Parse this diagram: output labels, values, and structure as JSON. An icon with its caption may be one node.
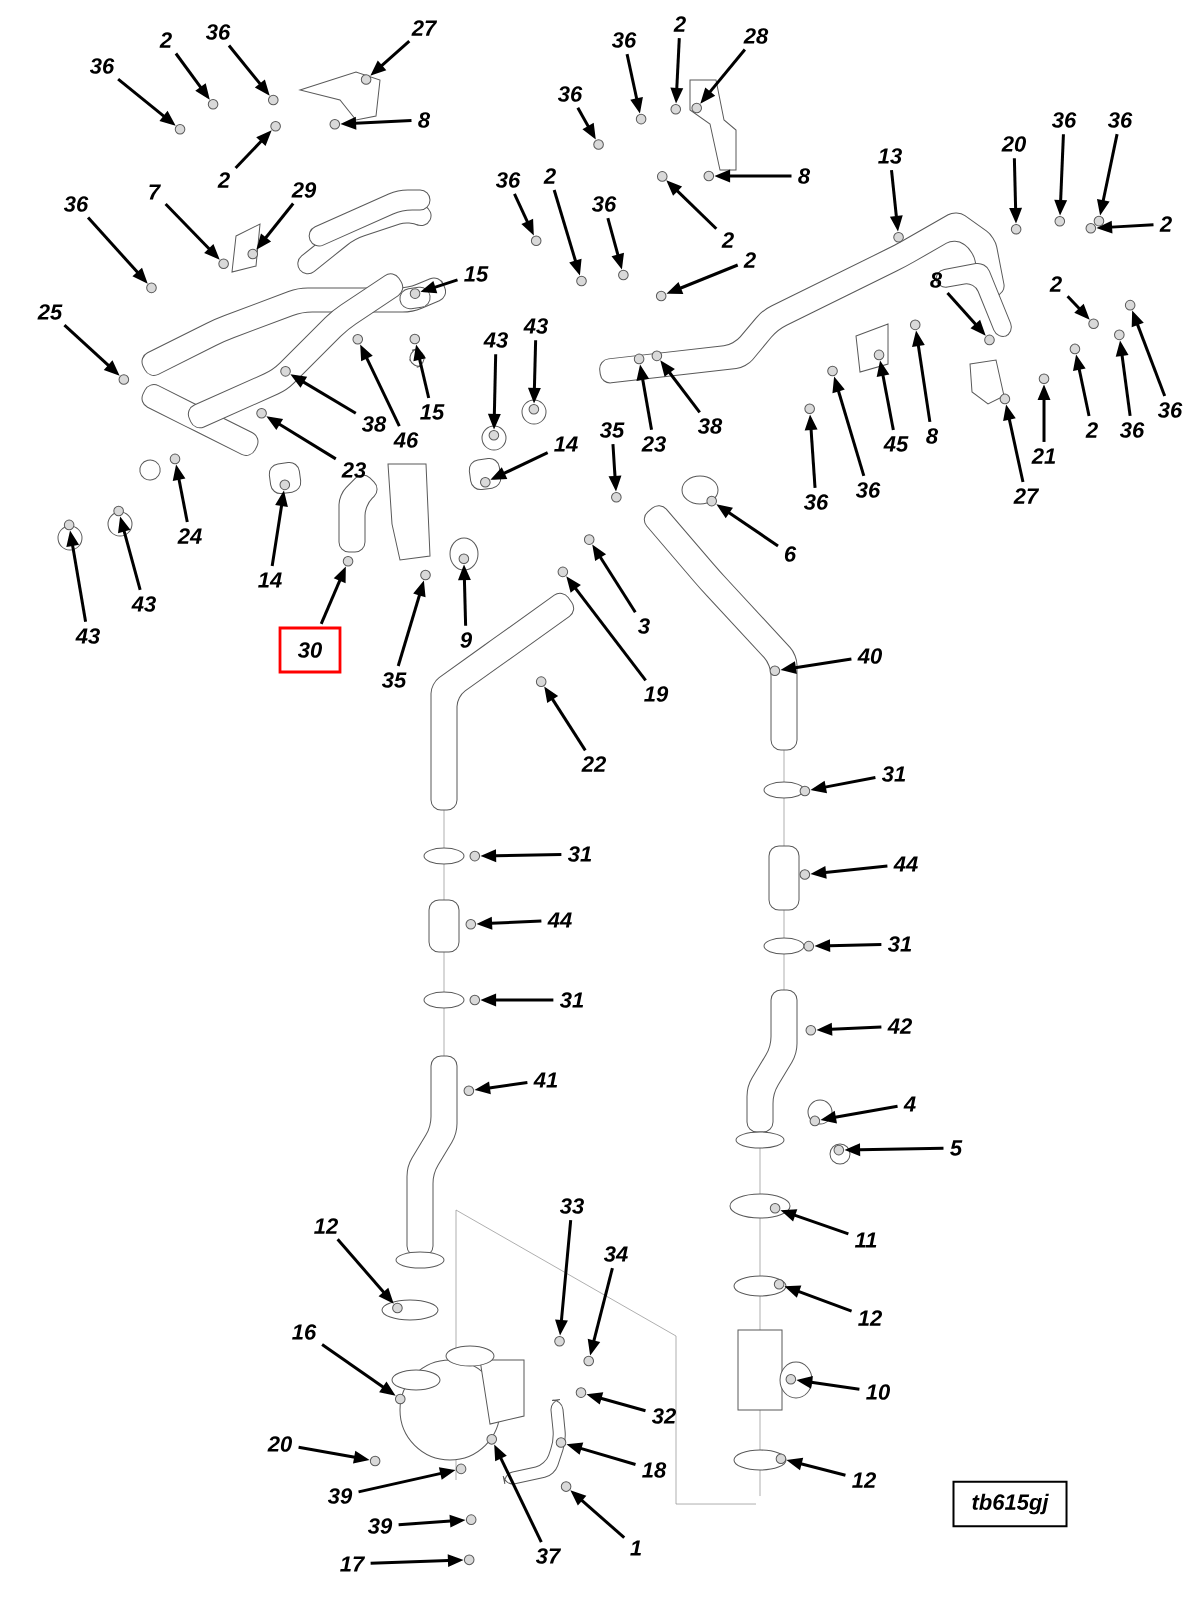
{
  "diagram": {
    "nodes": [
      {
        "text": [
          "36"
        ]
      },
      {
        "text": [
          "2"
        ]
      },
      {
        "text": [
          "36"
        ]
      },
      {
        "text": [
          "27"
        ]
      },
      {
        "text": [
          "8"
        ]
      },
      {
        "text": [
          "2"
        ]
      },
      {
        "text": [
          "36"
        ]
      },
      {
        "text": [
          "2"
        ]
      },
      {
        "text": [
          "28"
        ]
      },
      {
        "text": [
          "36"
        ]
      },
      {
        "text": [
          "8"
        ]
      },
      {
        "text": [
          "2"
        ]
      },
      {
        "text": [
          "36"
        ]
      },
      {
        "text": [
          "7"
        ]
      },
      {
        "text": [
          "29"
        ]
      },
      {
        "text": [
          "36"
        ]
      },
      {
        "text": [
          "2"
        ]
      },
      {
        "text": [
          "36"
        ]
      },
      {
        "text": [
          "2"
        ]
      },
      {
        "text": [
          "13"
        ]
      },
      {
        "text": [
          "20"
        ]
      },
      {
        "text": [
          "36"
        ]
      },
      {
        "text": [
          "36"
        ]
      },
      {
        "text": [
          "2"
        ]
      },
      {
        "text": [
          "25"
        ]
      },
      {
        "text": [
          "15"
        ]
      },
      {
        "text": [
          "8"
        ]
      },
      {
        "text": [
          "2"
        ]
      },
      {
        "text": [
          "43"
        ]
      },
      {
        "text": [
          "43"
        ]
      },
      {
        "text": [
          "15"
        ]
      },
      {
        "text": [
          "46"
        ]
      },
      {
        "text": [
          "38"
        ]
      },
      {
        "text": [
          "23"
        ]
      },
      {
        "text": [
          "23"
        ]
      },
      {
        "text": [
          "38"
        ]
      },
      {
        "text": [
          "35"
        ]
      },
      {
        "text": [
          "36"
        ]
      },
      {
        "text": [
          "36"
        ]
      },
      {
        "text": [
          "2"
        ]
      },
      {
        "text": [
          "21"
        ]
      },
      {
        "text": [
          "27"
        ]
      },
      {
        "text": [
          "45"
        ]
      },
      {
        "text": [
          "8"
        ]
      },
      {
        "text": [
          "36"
        ]
      },
      {
        "text": [
          "36"
        ]
      },
      {
        "text": [
          "14"
        ]
      },
      {
        "text": [
          "24"
        ]
      },
      {
        "text": [
          "14"
        ]
      },
      {
        "text": [
          "43"
        ]
      },
      {
        "text": [
          "43"
        ]
      },
      {
        "text": [
          "6"
        ]
      },
      {
        "text": [
          "30"
        ]
      },
      {
        "text": [
          "35"
        ]
      },
      {
        "text": [
          "9"
        ]
      },
      {
        "text": [
          "3"
        ]
      },
      {
        "text": [
          "19"
        ]
      },
      {
        "text": [
          "40"
        ]
      },
      {
        "text": [
          "22"
        ]
      },
      {
        "text": [
          "31"
        ]
      },
      {
        "text": [
          "31"
        ]
      },
      {
        "text": [
          "44"
        ]
      },
      {
        "text": [
          "44"
        ]
      },
      {
        "text": [
          "31"
        ]
      },
      {
        "text": [
          "31"
        ]
      },
      {
        "text": [
          "42"
        ]
      },
      {
        "text": [
          "41"
        ]
      },
      {
        "text": [
          "4"
        ]
      },
      {
        "text": [
          "5"
        ]
      },
      {
        "text": [
          "12"
        ]
      },
      {
        "text": [
          "33"
        ]
      },
      {
        "text": [
          "11"
        ]
      },
      {
        "text": [
          "34"
        ]
      },
      {
        "text": [
          "12"
        ]
      },
      {
        "text": [
          "16"
        ]
      },
      {
        "text": [
          "10"
        ]
      },
      {
        "text": [
          "32"
        ]
      },
      {
        "text": [
          "20"
        ]
      },
      {
        "text": [
          "18"
        ]
      },
      {
        "text": [
          "12"
        ]
      },
      {
        "text": [
          "39"
        ]
      },
      {
        "text": [
          "39"
        ]
      },
      {
        "text": [
          "37"
        ]
      },
      {
        "text": [
          "1"
        ]
      },
      {
        "text": [
          "17"
        ]
      },
      {
        "text": [],
        "shape": "circle"
      },
      {
        "text": [],
        "shape": "circle"
      },
      {
        "text": [],
        "shape": "circle"
      },
      {
        "text": [],
        "shape": "circle"
      },
      {
        "text": [],
        "shape": "circle"
      },
      {
        "text": [],
        "shape": "circle"
      },
      {
        "text": [],
        "shape": "circle"
      },
      {
        "text": [],
        "shape": "circle"
      },
      {
        "text": [],
        "shape": "circle"
      },
      {
        "text": [],
        "shape": "circle"
      },
      {
        "text": [],
        "shape": "circle"
      },
      {
        "text": [],
        "shape": "circle"
      },
      {
        "text": [],
        "shape": "circle"
      },
      {
        "text": [],
        "shape": "circle"
      },
      {
        "text": [],
        "shape": "circle"
      },
      {
        "text": [],
        "shape": "circle"
      },
      {
        "text": [],
        "shape": "circle"
      },
      {
        "text": [],
        "shape": "circle"
      },
      {
        "text": [],
        "shape": "circle"
      },
      {
        "text": [],
        "shape": "circle"
      },
      {
        "text": [],
        "shape": "circle"
      },
      {
        "text": [],
        "shape": "circle"
      },
      {
        "text": [],
        "shape": "circle"
      },
      {
        "text": [],
        "shape": "circle"
      },
      {
        "text": [],
        "shape": "circle"
      },
      {
        "text": [],
        "shape": "circle"
      },
      {
        "text": [],
        "shape": "circle"
      },
      {
        "text": [],
        "shape": "circle"
      },
      {
        "text": [],
        "shape": "circle"
      },
      {
        "text": [],
        "shape": "circle"
      },
      {
        "text": [],
        "shape": "circle"
      },
      {
        "text": [],
        "shape": "circle"
      },
      {
        "text": [],
        "shape": "circle"
      },
      {
        "text": [],
        "shape": "circle"
      },
      {
        "text": [],
        "shape": "circle"
      },
      {
        "text": [],
        "shape": "circle"
      },
      {
        "text": [],
        "shape": "circle"
      },
      {
        "text": [],
        "shape": "circle"
      },
      {
        "text": [],
        "shape": "circle"
      },
      {
        "text": [],
        "shape": "circle"
      },
      {
        "text": [],
        "shape": "circle"
      },
      {
        "text": [],
        "shape": "circle"
      },
      {
        "text": [],
        "shape": "circle"
      },
      {
        "text": [],
        "shape": "circle"
      },
      {
        "text": [],
        "shape": "circle"
      },
      {
        "text": [],
        "shape": "circle"
      },
      {
        "text": [],
        "shape": "circle"
      },
      {
        "text": [],
        "shape": "circle"
      },
      {
        "text": [],
        "shape": "circle"
      },
      {
        "text": [],
        "shape": "circle"
      },
      {
        "text": [],
        "shape": "circle"
      },
      {
        "text": [],
        "shape": "circle"
      },
      {
        "text": [],
        "shape": "circle"
      },
      {
        "text": [],
        "shape": "circle"
      },
      {
        "text": [],
        "shape": "circle"
      },
      {
        "text": [],
        "shape": "circle"
      },
      {
        "text": [],
        "shape": "circle"
      },
      {
        "text": [],
        "shape": "circle"
      },
      {
        "text": [],
        "shape": "circle"
      },
      {
        "text": [],
        "shape": "circle"
      },
      {
        "text": [],
        "shape": "circle"
      },
      {
        "text": [],
        "shape": "circle"
      },
      {
        "text": [],
        "shape": "circle"
      },
      {
        "text": [],
        "shape": "circle"
      },
      {
        "text": [],
        "shape": "circle"
      },
      {
        "text": [],
        "shape": "circle"
      },
      {
        "text": [],
        "shape": "circle"
      },
      {
        "text": [],
        "shape": "circle"
      },
      {
        "text": [],
        "shape": "circle"
      },
      {
        "text": [],
        "shape": "circle"
      },
      {
        "text": [],
        "shape": "circle"
      },
      {
        "text": [],
        "shape": "circle"
      },
      {
        "text": [],
        "shape": "circle"
      },
      {
        "text": [],
        "shape": "circle"
      },
      {
        "text": [],
        "shape": "circle"
      },
      {
        "text": [],
        "shape": "circle"
      },
      {
        "text": [],
        "shape": "circle"
      },
      {
        "text": [],
        "shape": "circle"
      },
      {
        "text": [],
        "shape": "circle"
      },
      {
        "text": [],
        "shape": "circle"
      },
      {
        "text": [],
        "shape": "circle"
      },
      {
        "text": [],
        "shape": "circle"
      },
      {
        "text": [],
        "shape": "circle"
      },
      {
        "text": [],
        "shape": "circle"
      },
      {
        "text": [],
        "shape": "circle"
      }
    ],
    "edges": [
      {
        "from": 0,
        "to": 85,
        "arrow": "to"
      },
      {
        "from": 1,
        "to": 86,
        "arrow": "to"
      },
      {
        "from": 2,
        "to": 87,
        "arrow": "to"
      },
      {
        "from": 3,
        "to": 88,
        "arrow": "to"
      },
      {
        "from": 4,
        "to": 89,
        "arrow": "to"
      },
      {
        "from": 5,
        "to": 90,
        "arrow": "to"
      },
      {
        "from": 6,
        "to": 91,
        "arrow": "to"
      },
      {
        "from": 7,
        "to": 92,
        "arrow": "to"
      },
      {
        "from": 8,
        "to": 93,
        "arrow": "to"
      },
      {
        "from": 9,
        "to": 94,
        "arrow": "to"
      },
      {
        "from": 10,
        "to": 95,
        "arrow": "to"
      },
      {
        "from": 11,
        "to": 96,
        "arrow": "to"
      },
      {
        "from": 12,
        "to": 97,
        "arrow": "to"
      },
      {
        "from": 13,
        "to": 98,
        "arrow": "to"
      },
      {
        "from": 14,
        "to": 99,
        "arrow": "to"
      },
      {
        "from": 15,
        "to": 100,
        "arrow": "to"
      },
      {
        "from": 16,
        "to": 101,
        "arrow": "to"
      },
      {
        "from": 17,
        "to": 102,
        "arrow": "to"
      },
      {
        "from": 18,
        "to": 103,
        "arrow": "to"
      },
      {
        "from": 19,
        "to": 104,
        "arrow": "to"
      },
      {
        "from": 20,
        "to": 105,
        "arrow": "to"
      },
      {
        "from": 21,
        "to": 106,
        "arrow": "to"
      },
      {
        "from": 22,
        "to": 107,
        "arrow": "to"
      },
      {
        "from": 23,
        "to": 108,
        "arrow": "to"
      },
      {
        "from": 24,
        "to": 109,
        "arrow": "to"
      },
      {
        "from": 25,
        "to": 110,
        "arrow": "to"
      },
      {
        "from": 26,
        "to": 111,
        "arrow": "to"
      },
      {
        "from": 27,
        "to": 112,
        "arrow": "to"
      },
      {
        "from": 28,
        "to": 113,
        "arrow": "to"
      },
      {
        "from": 29,
        "to": 114,
        "arrow": "to"
      },
      {
        "from": 30,
        "to": 115,
        "arrow": "to"
      },
      {
        "from": 31,
        "to": 116,
        "arrow": "to"
      },
      {
        "from": 32,
        "to": 117,
        "arrow": "to"
      },
      {
        "from": 33,
        "to": 118,
        "arrow": "to"
      },
      {
        "from": 34,
        "to": 119,
        "arrow": "to"
      },
      {
        "from": 35,
        "to": 120,
        "arrow": "to"
      },
      {
        "from": 36,
        "to": 121,
        "arrow": "to"
      },
      {
        "from": 37,
        "to": 122,
        "arrow": "to"
      },
      {
        "from": 38,
        "to": 123,
        "arrow": "to"
      },
      {
        "from": 39,
        "to": 124,
        "arrow": "to"
      },
      {
        "from": 40,
        "to": 125,
        "arrow": "to"
      },
      {
        "from": 41,
        "to": 126,
        "arrow": "to"
      },
      {
        "from": 42,
        "to": 127,
        "arrow": "to"
      },
      {
        "from": 43,
        "to": 128,
        "arrow": "to"
      },
      {
        "from": 44,
        "to": 129,
        "arrow": "to"
      },
      {
        "from": 45,
        "to": 130,
        "arrow": "to"
      },
      {
        "from": 46,
        "to": 131,
        "arrow": "to"
      },
      {
        "from": 47,
        "to": 132,
        "arrow": "to"
      },
      {
        "from": 48,
        "to": 133,
        "arrow": "to"
      },
      {
        "from": 49,
        "to": 134,
        "arrow": "to"
      },
      {
        "from": 50,
        "to": 135,
        "arrow": "to"
      },
      {
        "from": 51,
        "to": 136,
        "arrow": "to"
      },
      {
        "from": 52,
        "to": 137,
        "arrow": "to"
      },
      {
        "from": 53,
        "to": 138,
        "arrow": "to"
      },
      {
        "from": 54,
        "to": 139,
        "arrow": "to"
      },
      {
        "from": 55,
        "to": 140,
        "arrow": "to"
      },
      {
        "from": 56,
        "to": 141,
        "arrow": "to"
      },
      {
        "from": 57,
        "to": 142,
        "arrow": "to"
      },
      {
        "from": 58,
        "to": 143,
        "arrow": "to"
      },
      {
        "from": 59,
        "to": 144,
        "arrow": "to"
      },
      {
        "from": 60,
        "to": 145,
        "arrow": "to"
      },
      {
        "from": 61,
        "to": 146,
        "arrow": "to"
      },
      {
        "from": 62,
        "to": 147,
        "arrow": "to"
      },
      {
        "from": 63,
        "to": 148,
        "arrow": "to"
      },
      {
        "from": 64,
        "to": 149,
        "arrow": "to"
      },
      {
        "from": 65,
        "to": 150,
        "arrow": "to"
      },
      {
        "from": 66,
        "to": 151,
        "arrow": "to"
      },
      {
        "from": 67,
        "to": 152,
        "arrow": "to"
      },
      {
        "from": 68,
        "to": 153,
        "arrow": "to"
      },
      {
        "from": 69,
        "to": 154,
        "arrow": "to"
      },
      {
        "from": 70,
        "to": 155,
        "arrow": "to"
      },
      {
        "from": 71,
        "to": 156,
        "arrow": "to"
      },
      {
        "from": 72,
        "to": 157,
        "arrow": "to"
      },
      {
        "from": 73,
        "to": 158,
        "arrow": "to"
      },
      {
        "from": 74,
        "to": 159,
        "arrow": "to"
      },
      {
        "from": 75,
        "to": 160,
        "arrow": "to"
      },
      {
        "from": 76,
        "to": 161,
        "arrow": "to"
      },
      {
        "from": 77,
        "to": 162,
        "arrow": "to"
      },
      {
        "from": 78,
        "to": 163,
        "arrow": "to"
      },
      {
        "from": 79,
        "to": 164,
        "arrow": "to"
      },
      {
        "from": 80,
        "to": 165,
        "arrow": "to"
      },
      {
        "from": 81,
        "to": 166,
        "arrow": "to"
      },
      {
        "from": 82,
        "to": 167,
        "arrow": "to"
      },
      {
        "from": 83,
        "to": 168,
        "arrow": "to"
      },
      {
        "from": 84,
        "to": 169,
        "arrow": "to"
      }
    ],
    "labels": [
      "tb615gj"
    ]
  }
}
